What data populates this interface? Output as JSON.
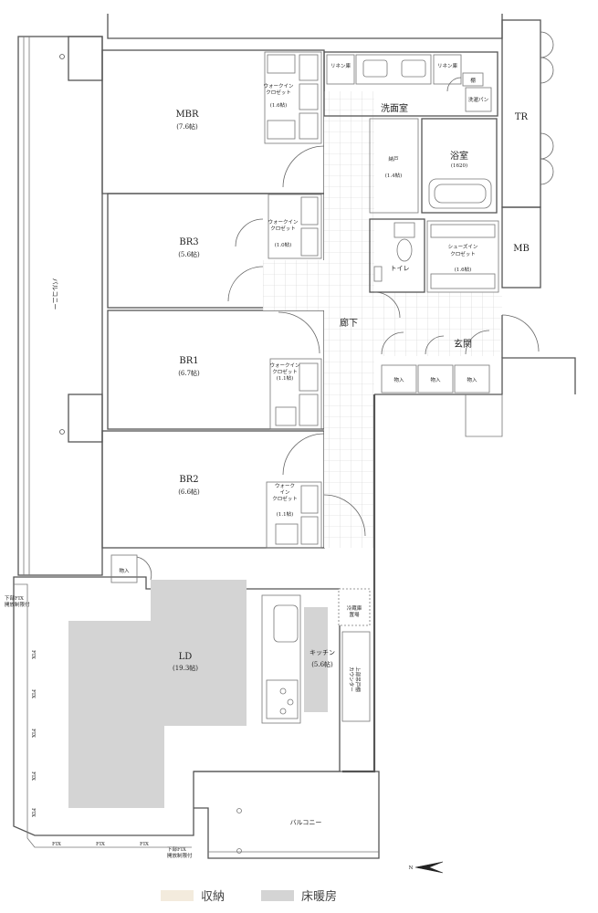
{
  "colors": {
    "storage": "#f3ebdd",
    "floor_heating": "#d4d4d4",
    "wall": "#555555",
    "tile_grid": "#cfcfcf"
  },
  "rooms": {
    "mbr": {
      "name": "MBR",
      "size": "(7.6帖)"
    },
    "br3": {
      "name": "BR3",
      "size": "(5.6帖)"
    },
    "br1": {
      "name": "BR1",
      "size": "(6.7帖)"
    },
    "br2": {
      "name": "BR2",
      "size": "(6.6帖)"
    },
    "ld": {
      "name": "LD",
      "size": "(19.3帖)"
    },
    "kitchen": {
      "name": "キッチン",
      "size": "(5.6帖)"
    },
    "washroom": {
      "name": "洗面室"
    },
    "bathroom": {
      "name": "浴室",
      "size": "(1620)"
    },
    "nando": {
      "name": "納戸",
      "size": "(1.4帖)"
    },
    "toilet": {
      "name": "トイレ"
    },
    "corridor": {
      "name": "廊下"
    },
    "entrance": {
      "name": "玄関"
    },
    "tr": {
      "name": "TR"
    },
    "mb": {
      "name": "MB"
    }
  },
  "closets": {
    "mbr_wic": {
      "l1": "ウォークイン",
      "l2": "クロゼット",
      "size": "(1.6帖)"
    },
    "br3_wic": {
      "l1": "ウォークイン",
      "l2": "クロゼット",
      "size": "(1.0帖)"
    },
    "br1_wic": {
      "l1": "ウォークイン",
      "l2": "クロゼット",
      "size": "(1.1帖)"
    },
    "br2_wic": {
      "l1": "ウォーク",
      "l2": "イン",
      "l3": "クロゼット",
      "size": "(1.1帖)"
    },
    "shoes_wic": {
      "l1": "シューズイン",
      "l2": "クロゼット",
      "size": "(1.6帖)"
    }
  },
  "storage_labels": {
    "linen_left": "リネン庫",
    "linen_right": "リネン庫",
    "shelf": "棚",
    "washing_pan": "洗濯パン",
    "entrance_1": "物入",
    "entrance_2": "物入",
    "entrance_3": "物入",
    "ld_storage": "物入",
    "fridge": "冷蔵庫\n置場",
    "cupboard": "上部吊戸棚\nカウンター"
  },
  "balconies": {
    "west": "バルコニー",
    "south": "バルコニー"
  },
  "windows": {
    "fix": "FIX",
    "bottom_fix_1": "下部FIX",
    "bottom_fix_2": "開放制限付"
  },
  "legend": {
    "storage": "収納",
    "floor_heating": "床暖房"
  },
  "compass": {
    "north": "N"
  }
}
